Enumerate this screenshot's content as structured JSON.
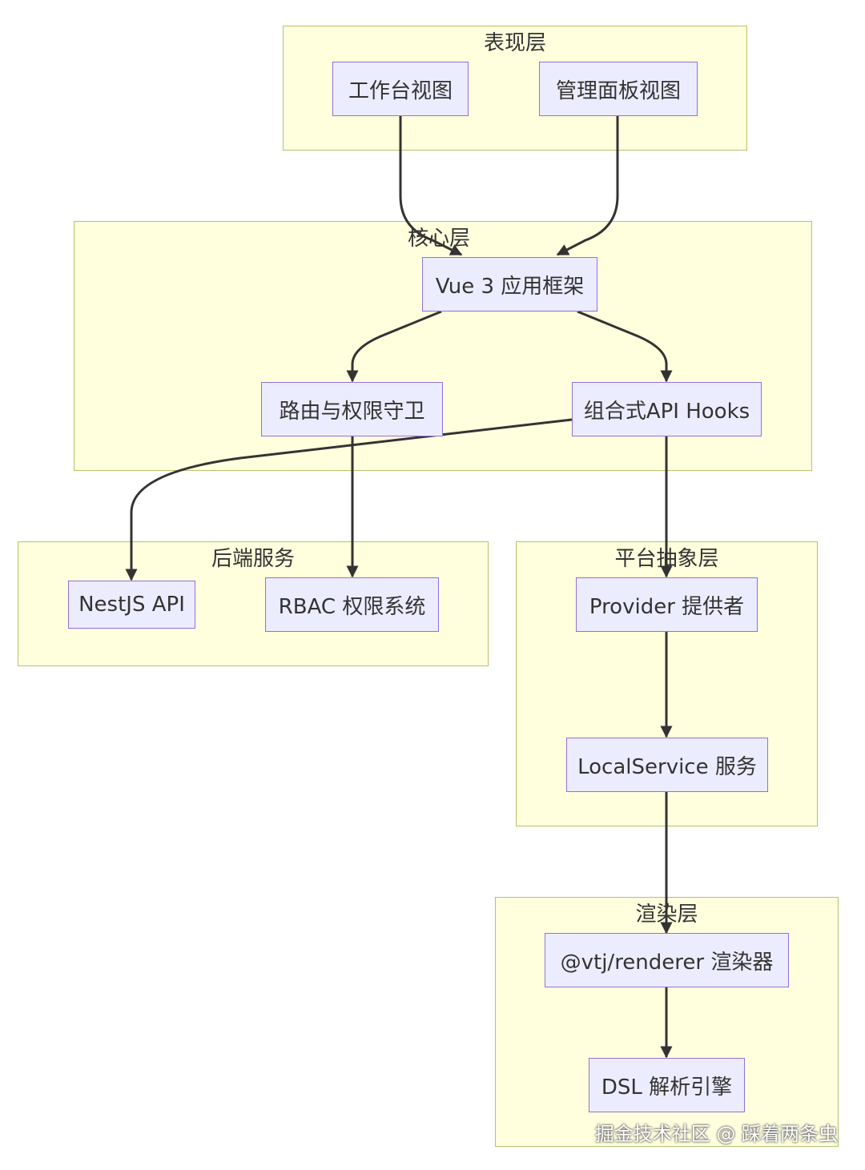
{
  "clusters": {
    "presentation": {
      "title": "表现层"
    },
    "core": {
      "title": "核心层"
    },
    "backend": {
      "title": "后端服务"
    },
    "platform": {
      "title": "平台抽象层"
    },
    "render": {
      "title": "渲染层"
    }
  },
  "nodes": {
    "workbench": "工作台视图",
    "admin_panel": "管理面板视图",
    "vue_framework": "Vue 3 应用框架",
    "router_guard": "路由与权限守卫",
    "hooks": "组合式API Hooks",
    "nestjs": "NestJS API",
    "rbac": "RBAC 权限系统",
    "provider": "Provider 提供者",
    "local_service": "LocalService 服务",
    "renderer": "@vtj/renderer 渲染器",
    "dsl_engine": "DSL 解析引擎"
  },
  "watermark": "掘金技术社区 @ 踩着两条虫",
  "colors": {
    "cluster_fill": "#ffffde",
    "cluster_border": "#b3c36e",
    "node_fill": "#ececff",
    "node_border": "#9370db",
    "edge": "#333333"
  }
}
